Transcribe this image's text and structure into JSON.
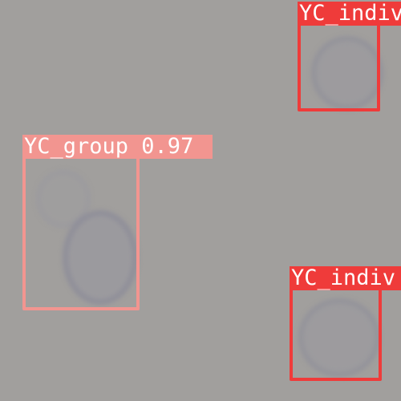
{
  "image": {
    "background_color": "#a19f9d",
    "description_kind": "object-detection overlay on blurred microscope field"
  },
  "detections": [
    {
      "label": "YC_group 0.97",
      "class": "YC_group",
      "confidence": 0.97,
      "color": "#f29590"
    },
    {
      "label": "YC_indiv",
      "class": "YC_indiv",
      "color": "#ef3b3a"
    },
    {
      "label": "YC_indiv",
      "class": "YC_indiv",
      "color": "#ef3b3a"
    }
  ]
}
